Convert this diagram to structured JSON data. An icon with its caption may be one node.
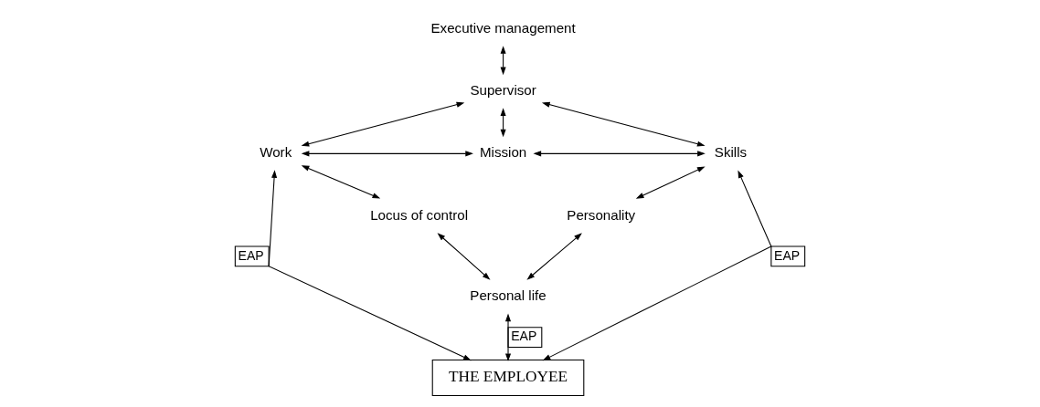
{
  "diagram": {
    "nodes": [
      {
        "text": [
          "Executive management"
        ]
      },
      {
        "text": [
          "Supervisor"
        ]
      },
      {
        "text": [
          "Work"
        ]
      },
      {
        "text": [
          "Mission"
        ]
      },
      {
        "text": [
          "Skills"
        ]
      },
      {
        "text": [
          "THE EMPLOYEE"
        ]
      },
      {
        "text": [
          "Locus of control"
        ]
      },
      {
        "text": [
          "Personality"
        ]
      },
      {
        "text": [
          "Personal life"
        ]
      }
    ],
    "edges": [
      {
        "from": 0,
        "to": 1,
        "arrow": "both"
      },
      {
        "from": 1,
        "to": 3,
        "arrow": "both"
      },
      {
        "from": 1,
        "to": 2,
        "arrow": "both"
      },
      {
        "from": 1,
        "to": 4,
        "arrow": "both"
      },
      {
        "from": 2,
        "to": 3,
        "arrow": "both"
      },
      {
        "from": 3,
        "to": 4,
        "arrow": "both"
      },
      {
        "from": 2,
        "to": 6,
        "arrow": "both"
      },
      {
        "from": 4,
        "to": 7,
        "arrow": "both"
      },
      {
        "from": 2,
        "to": 5,
        "arrow": "both",
        "label": "EAP"
      },
      {
        "from": 4,
        "to": 5,
        "arrow": "both",
        "label": "EAP"
      },
      {
        "from": 8,
        "to": 5,
        "arrow": "both",
        "label": "EAP"
      },
      {
        "from": 6,
        "to": 8,
        "arrow": "both"
      },
      {
        "from": 8,
        "to": 7,
        "arrow": "both"
      }
    ]
  }
}
